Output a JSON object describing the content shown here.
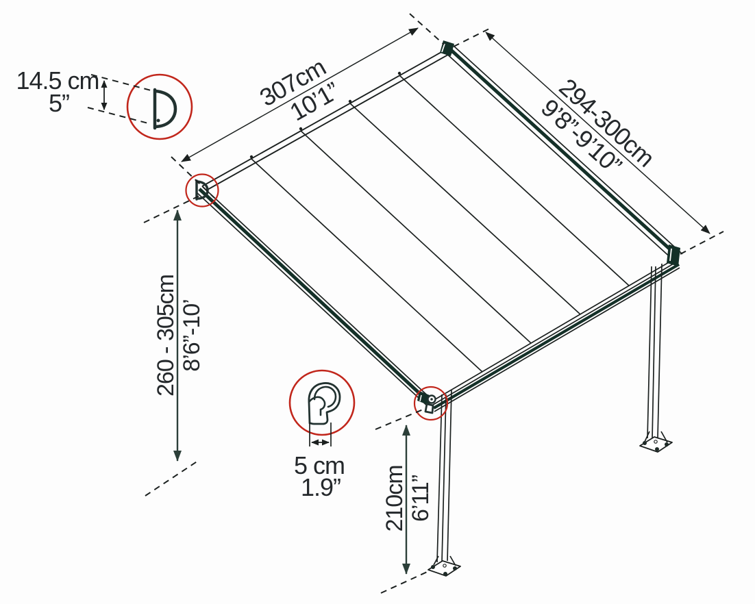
{
  "colors": {
    "background": "#fdfdfd",
    "line": "#1b201f",
    "beam": "#143028",
    "dimension": "#2c3f39",
    "accent_red": "#c1261b",
    "text": "#24282b"
  },
  "dimensions": {
    "roof_width": {
      "metric": "307cm",
      "imperial": "10’1”"
    },
    "roof_depth": {
      "metric": "294-300cm",
      "imperial": "9’8”-9’10”"
    },
    "height_range": {
      "metric": "260 - 305cm",
      "imperial": "8’6”-10’"
    },
    "post_height": {
      "metric": "210cm",
      "imperial": "6’11”"
    },
    "beam_profile": {
      "metric": "14.5 cm",
      "imperial": "5”"
    },
    "post_profile": {
      "metric": "5 cm",
      "imperial": "1.9”"
    }
  }
}
